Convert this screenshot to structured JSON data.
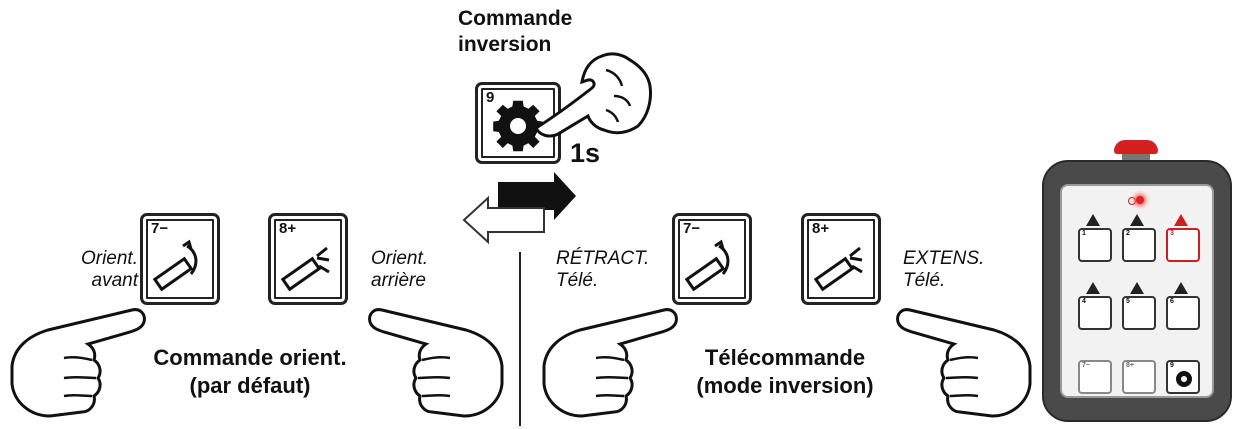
{
  "top": {
    "title_line1": "Commande",
    "title_line2": "inversion",
    "key_number": "9",
    "duration": "1s"
  },
  "left": {
    "key_minus_number": "7−",
    "key_plus_number": "8+",
    "label_left_line1": "Orient.",
    "label_left_line2": "avant",
    "label_right_line1": "Orient.",
    "label_right_line2": "arrière",
    "caption_line1": "Commande orient.",
    "caption_line2": "(par défaut)"
  },
  "right": {
    "key_minus_number": "7−",
    "key_plus_number": "8+",
    "label_left_line1": "RÉTRACT.",
    "label_left_line2": "Télé.",
    "label_right_line1": "EXTENS.",
    "label_right_line2": "Télé.",
    "caption_line1": "Télécommande",
    "caption_line2": "(mode inversion)"
  },
  "remote": {
    "keys": [
      {
        "number": "1"
      },
      {
        "number": "2"
      },
      {
        "number": "3"
      },
      {
        "number": "4"
      },
      {
        "number": "5"
      },
      {
        "number": "6"
      },
      {
        "number": "7−"
      },
      {
        "number": "8+"
      },
      {
        "number": "9"
      }
    ],
    "body_color": "#4a4a4a",
    "stop_button_color": "#d42020",
    "highlight_color": "#cc1f1f"
  },
  "icons": {
    "inversion_key": "gear-icon",
    "orient_keys": "boom-orient-icon",
    "pointing_hand": "pointing-hand-icon",
    "direction_arrows": "double-arrow-icon"
  }
}
